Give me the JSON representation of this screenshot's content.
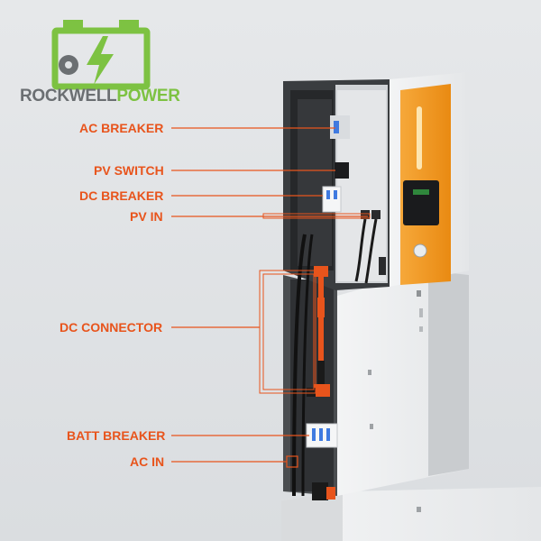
{
  "brand": {
    "name_part1": "ROCKWELL",
    "name_part2": "POWER",
    "logo_icon": "battery-bolt-icon",
    "colors": {
      "green": "#7dc242",
      "gray": "#6b6f72",
      "accent": "#e8541c",
      "device_orange": "#f29a1f"
    }
  },
  "labels": {
    "ac_breaker": "AC BREAKER",
    "pv_switch": "PV SWITCH",
    "dc_breaker": "DC BREAKER",
    "pv_in": "PV IN",
    "dc_connector": "DC CONNECTOR",
    "batt_breaker": "BATT BREAKER",
    "ac_in": "AC IN"
  }
}
